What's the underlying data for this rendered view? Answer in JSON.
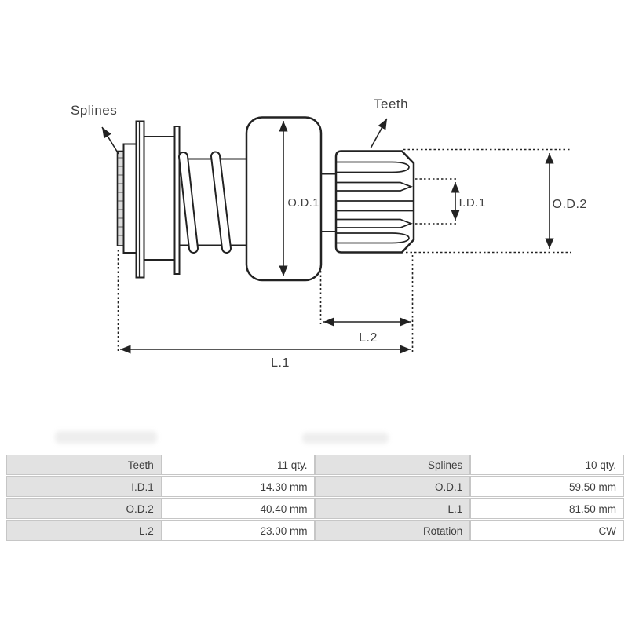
{
  "diagram": {
    "labels": {
      "splines": "Splines",
      "teeth": "Teeth",
      "od1": "O.D.1",
      "od2": "O.D.2",
      "id1": "I.D.1",
      "l1": "L.1",
      "l2": "L.2"
    },
    "line_color": "#222222",
    "text_color": "#3f3f3f"
  },
  "table": {
    "label_bg": "#e2e2e2",
    "value_bg": "#ffffff",
    "border_color": "#c6c6c6",
    "rows": [
      [
        "Teeth",
        "11 qty.",
        "Splines",
        "10 qty."
      ],
      [
        "I.D.1",
        "14.30 mm",
        "O.D.1",
        "59.50 mm"
      ],
      [
        "O.D.2",
        "40.40 mm",
        "L.1",
        "81.50 mm"
      ],
      [
        "L.2",
        "23.00 mm",
        "Rotation",
        "CW"
      ]
    ]
  }
}
